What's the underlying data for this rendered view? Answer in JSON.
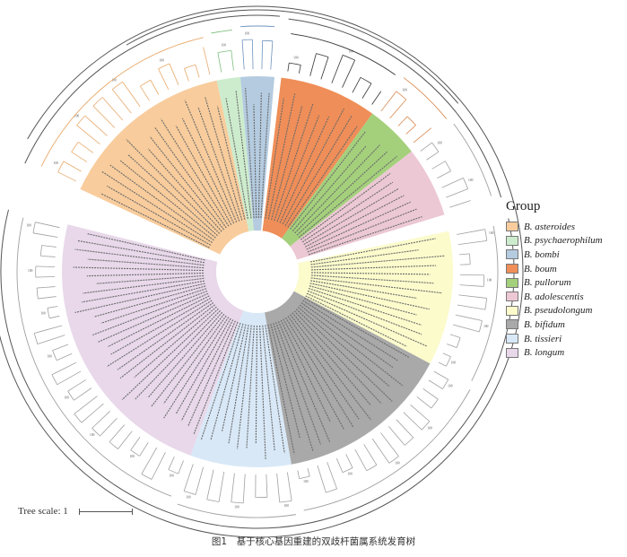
{
  "legend": {
    "title": "Group",
    "items": [
      {
        "label": "B. asteroides",
        "color": "#f8cc9c"
      },
      {
        "label": "B. psychaerophilum",
        "color": "#cdeccd"
      },
      {
        "label": "B. bombi",
        "color": "#b4cbe0"
      },
      {
        "label": "B. boum",
        "color": "#ef8e58"
      },
      {
        "label": "B. pullorum",
        "color": "#a4d07c"
      },
      {
        "label": "B. adolescentis",
        "color": "#ecc8d4"
      },
      {
        "label": "B. pseudolongum",
        "color": "#fbfbcc"
      },
      {
        "label": "B. bifidum",
        "color": "#a9a9a9"
      },
      {
        "label": "B. tissieri",
        "color": "#d8e8f7"
      },
      {
        "label": "B. longum",
        "color": "#e8d8ea"
      }
    ]
  },
  "tree": {
    "branch_color": "#a0a0a0",
    "sector_order": [
      "B. asteroides",
      "B. psychaerophilum",
      "B. bombi",
      "B. boum",
      "B. pullorum",
      "B. adolescentis",
      "B. pseudolongum",
      "B. bifidum",
      "B. tissieri",
      "B. longum"
    ],
    "sectors": [
      {
        "group": "B. asteroides",
        "start": 205,
        "end": 258,
        "leaves": 17,
        "branch": "#e8a96a"
      },
      {
        "group": "B. psychaerophilum",
        "start": 258,
        "end": 265,
        "leaves": 2,
        "branch": "#7fbf7f"
      },
      {
        "group": "B. bombi",
        "start": 265,
        "end": 275,
        "leaves": 4,
        "branch": "#6f93bd"
      },
      {
        "group": "B. boum",
        "start": 277,
        "end": 306,
        "leaves": 9,
        "branch": "#333333"
      },
      {
        "group": "B. pullorum",
        "start": 306,
        "end": 322,
        "leaves": 5,
        "branch": "#d9894f"
      },
      {
        "group": "B. adolescentis",
        "start": 322,
        "end": 343,
        "leaves": 7,
        "branch": "#a0a0a0"
      },
      {
        "group": "B. pseudolongum",
        "start": 348,
        "end": 388,
        "leaves": 14,
        "branch": "#a0a0a0"
      },
      {
        "group": "B. bifidum",
        "start": 388,
        "end": 440,
        "leaves": 18,
        "branch": "#a0a0a0"
      },
      {
        "group": "B. tissieri",
        "start": 440,
        "end": 470,
        "leaves": 10,
        "branch": "#a0a0a0"
      },
      {
        "group": "B. longum",
        "start": 470,
        "end": 554,
        "leaves": 30,
        "branch": "#a0a0a0"
      }
    ],
    "support_value": "100"
  },
  "scale_bar": {
    "label": "Tree scale: 1"
  },
  "caption": "图1　基于核心基因重建的双歧杆菌属系统发育树"
}
